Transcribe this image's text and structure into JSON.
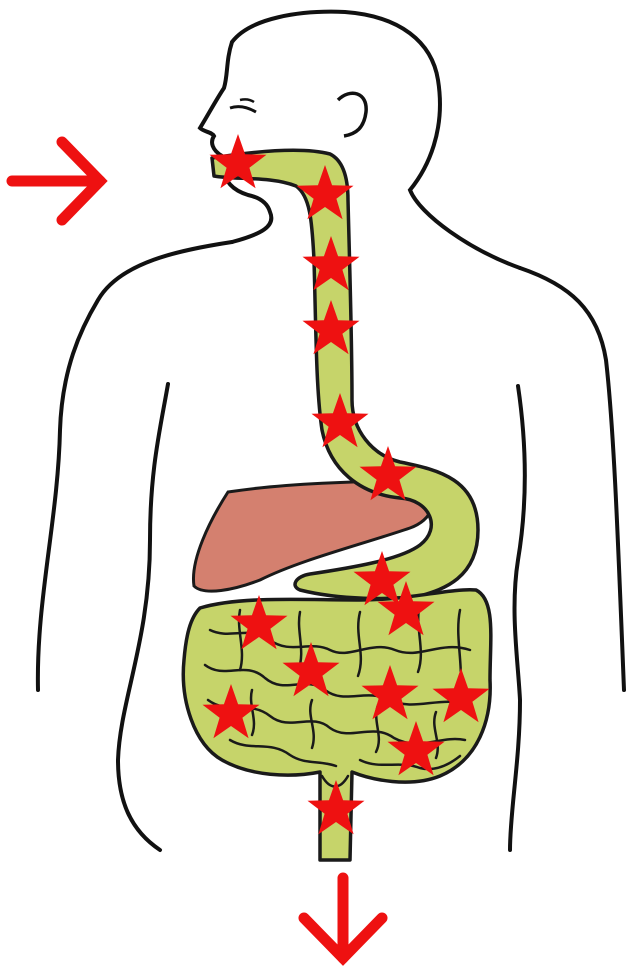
{
  "diagram": {
    "subject": "digestive-system",
    "colors": {
      "outline": "#111111",
      "tract_fill": "#c6d46a",
      "tract_stroke": "#1a1a1a",
      "liver_fill": "#d4806f",
      "marker": "#ee1111",
      "background": "#ffffff"
    },
    "icons": {
      "input_arrow": "right-arrow-icon",
      "output_arrow": "down-arrow-icon",
      "marker": "star-icon"
    },
    "organs": [
      "esophagus",
      "liver",
      "stomach",
      "intestines"
    ],
    "star_count": 15
  }
}
